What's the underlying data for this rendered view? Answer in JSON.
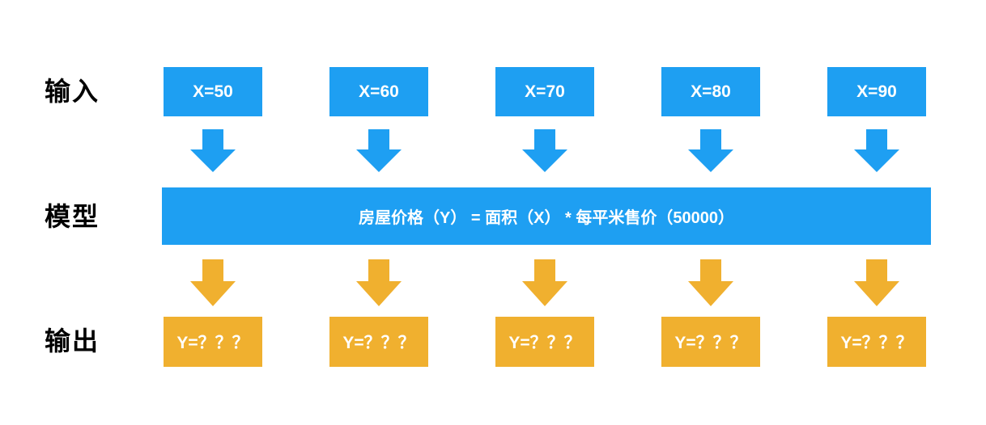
{
  "diagram": {
    "rows": {
      "input_label": "输入",
      "model_label": "模型",
      "output_label": "输出"
    },
    "inputs": [
      "X=50",
      "X=60",
      "X=70",
      "X=80",
      "X=90"
    ],
    "model_formula": "房屋价格（Y） = 面积（X） * 每平米售价（50000）",
    "outputs": [
      "Y=？？？",
      "Y=？？？",
      "Y=？？？",
      "Y=？？？",
      "Y=？？？"
    ],
    "colors": {
      "input_blue": "#1E9FF2",
      "output_orange": "#F0B02F",
      "box_text": "#FFFFFF",
      "label_text": "#000000",
      "background": "#FFFFFF"
    }
  }
}
